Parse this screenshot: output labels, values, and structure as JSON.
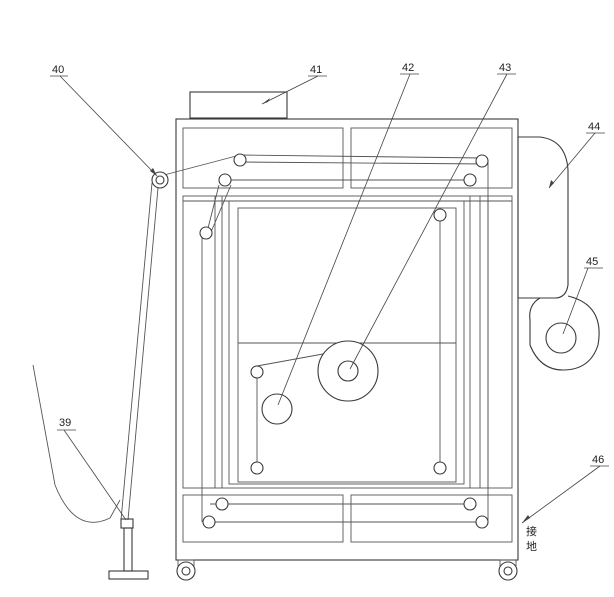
{
  "labels": {
    "l39": "39",
    "l40": "40",
    "l41": "41",
    "l42": "42",
    "l43": "43",
    "l44": "44",
    "l45": "45",
    "l46": "46",
    "ground_1": "接",
    "ground_2": "地"
  }
}
